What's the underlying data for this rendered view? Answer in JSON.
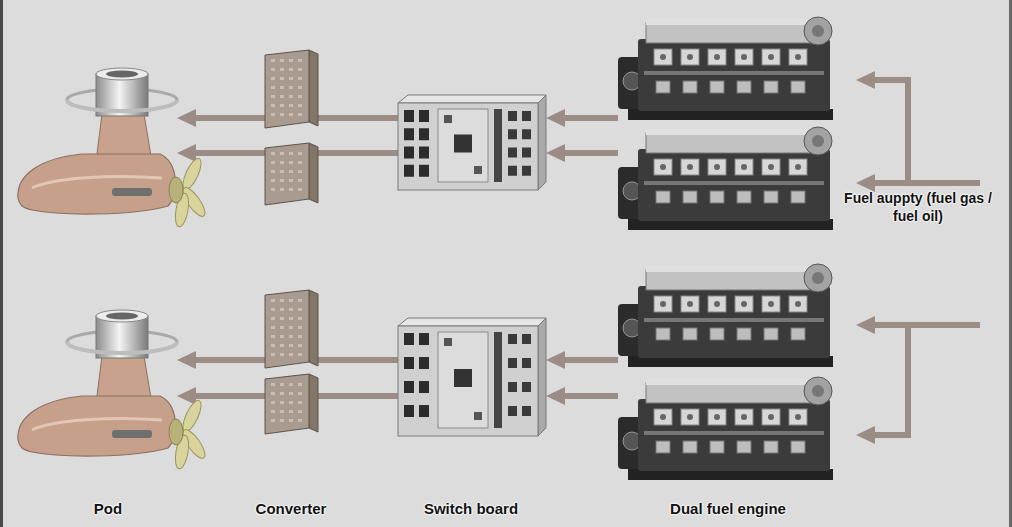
{
  "diagram": {
    "nodes": [
      {
        "text": []
      },
      {
        "text": []
      },
      {
        "text": []
      },
      {
        "text": []
      },
      {
        "text": []
      },
      {
        "text": []
      },
      {
        "text": [
          "Pod"
        ]
      },
      {
        "text": []
      },
      {
        "text": [
          "Converter"
        ]
      },
      {
        "text": [
          "Switch board"
        ]
      },
      {
        "text": []
      },
      {
        "text": [
          "Dual fuel engine"
        ]
      }
    ],
    "edges": [
      {
        "from": 4,
        "to": 3,
        "arrow": "to"
      },
      {
        "from": 5,
        "to": 3,
        "arrow": "to"
      },
      {
        "from": 3,
        "to": 1,
        "arrow": "none"
      },
      {
        "from": 3,
        "to": 2,
        "arrow": "none"
      },
      {
        "from": 1,
        "to": 0,
        "arrow": "to"
      },
      {
        "from": 2,
        "to": 0,
        "arrow": "to"
      },
      {
        "from": 10,
        "to": 9,
        "arrow": "to"
      },
      {
        "from": 11,
        "to": 9,
        "arrow": "to"
      },
      {
        "from": 9,
        "to": 7,
        "arrow": "none"
      },
      {
        "from": 9,
        "to": 8,
        "arrow": "none"
      },
      {
        "from": 7,
        "to": 6,
        "arrow": "to"
      },
      {
        "from": 8,
        "to": 6,
        "arrow": "to"
      }
    ],
    "labels": [
      "Fuel auppty (fuel gas / fuel oil)"
    ]
  }
}
